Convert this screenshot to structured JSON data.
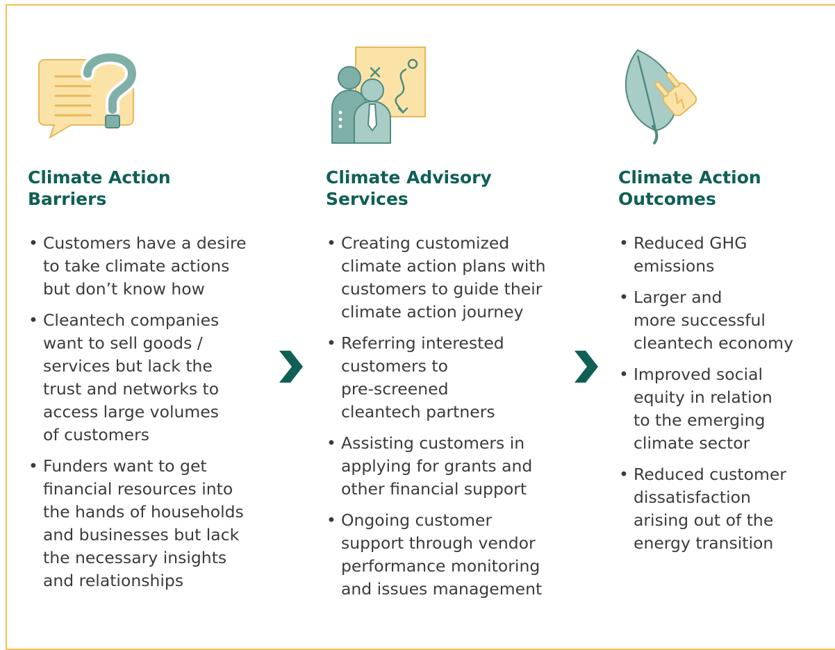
{
  "colors": {
    "border": "#f2c14e",
    "heading": "#0f5f55",
    "body_text": "#3b3b3b",
    "icon_fill": "#fbe3a8",
    "icon_teal": "#7fb0a8",
    "arrow": "#0f5f55"
  },
  "columns": [
    {
      "icon": "question-speech-bubble-icon",
      "title": "Climate Action\nBarriers",
      "bullets": [
        "Customers have a desire\nto take climate actions\nbut don’t know how",
        "Cleantech companies\nwant to sell goods /\nservices but lack the\ntrust and networks to\naccess large volumes\nof customers",
        "Funders want to get\nfinancial resources into\nthe hands of households\nand businesses but lack\nthe necessary insights\nand relationships"
      ]
    },
    {
      "icon": "advisors-strategy-board-icon",
      "title": "Climate Advisory\nServices",
      "bullets": [
        "Creating customized\nclimate action plans with\ncustomers to guide their\nclimate action journey",
        "Referring interested\ncustomers to\npre-screened\ncleantech partners",
        "Assisting customers in\napplying for grants and\nother financial support",
        "Ongoing customer\nsupport through vendor\nperformance monitoring\nand issues management"
      ]
    },
    {
      "icon": "leaf-plug-icon",
      "title": "Climate Action\nOutcomes",
      "bullets": [
        "Reduced GHG\nemissions",
        "Larger and\nmore successful\ncleantech economy",
        "Improved social\nequity in relation\nto the emerging\nclimate sector",
        "Reduced customer\ndissatisfaction\narising out of the\nenergy transition"
      ]
    }
  ],
  "arrows": [
    "chevron-right-icon",
    "chevron-right-icon"
  ]
}
